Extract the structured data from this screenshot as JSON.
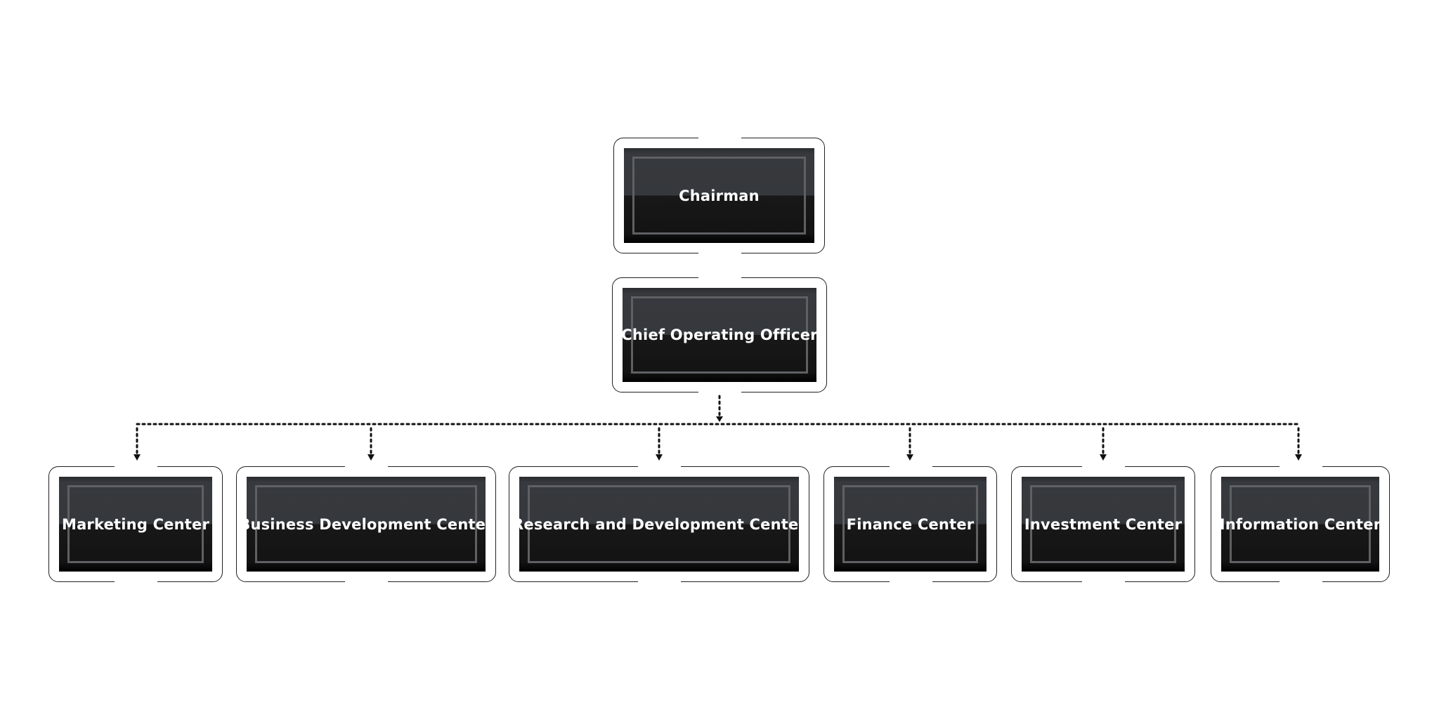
{
  "chart_title": "",
  "nodes": {
    "chairman": "Chairman",
    "coo": "Chief Operating Officer",
    "departments": [
      "Marketing Center",
      "Business Development Center",
      "Research and Development Center",
      "Finance Center",
      "Investment Center",
      "Information Center"
    ]
  },
  "colors": {
    "box_top": "#35383c",
    "box_bottom": "#131313",
    "frame": "#5e6063",
    "line": "#231f20"
  }
}
